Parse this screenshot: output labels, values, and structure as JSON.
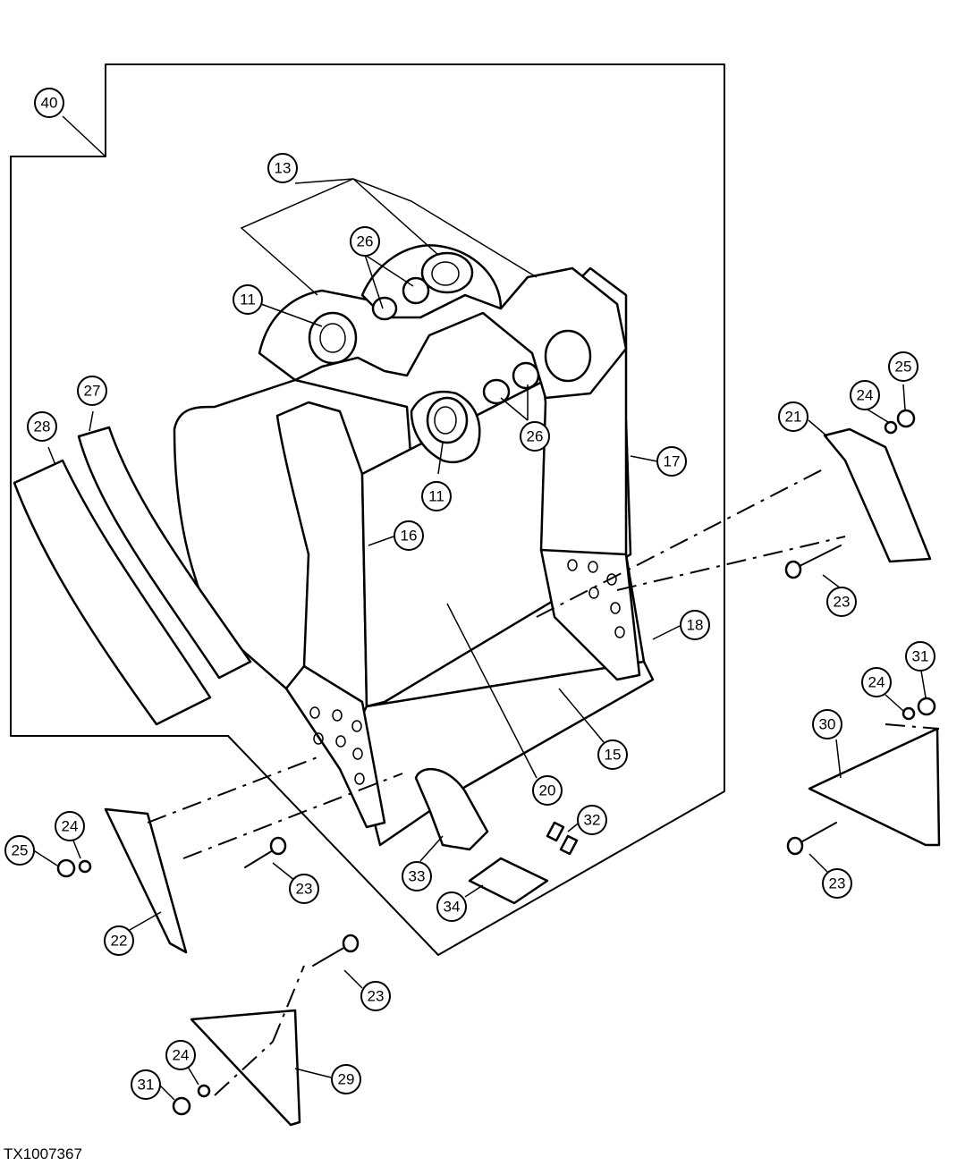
{
  "callouts": {
    "c40": "40",
    "c13": "13",
    "c26a": "26",
    "c11a": "11",
    "c26b": "26",
    "c11b": "11",
    "c17": "17",
    "c16": "16",
    "c27": "27",
    "c28": "28",
    "c21": "21",
    "c24a": "24",
    "c25a": "25",
    "c23a": "23",
    "c18": "18",
    "c20": "20",
    "c15": "15",
    "c31a": "31",
    "c24b": "24",
    "c30": "30",
    "c23b": "23",
    "c32": "32",
    "c33": "33",
    "c34": "34",
    "c24c": "24",
    "c25b": "25",
    "c23c": "23",
    "c22": "22",
    "c23d": "23",
    "c24d": "24",
    "c31b": "31",
    "c29": "29"
  },
  "figure_id": "TX1007367"
}
